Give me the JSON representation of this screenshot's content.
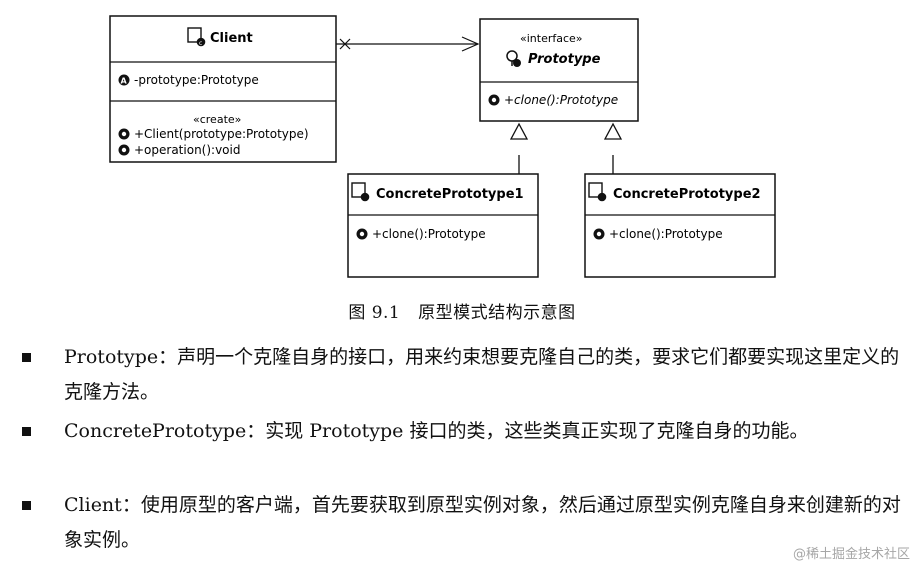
{
  "diagram": {
    "client": {
      "name": "Client",
      "attribute": "-prototype:Prototype",
      "stereotype": "«create»",
      "methods": [
        "+Client(prototype:Prototype)",
        "+operation():void"
      ]
    },
    "prototype": {
      "stereotype": "«interface»",
      "name": "Prototype",
      "method": "+clone():Prototype"
    },
    "concrete1": {
      "name": "ConcretePrototype1",
      "method": "+clone():Prototype"
    },
    "concrete2": {
      "name": "ConcretePrototype2",
      "method": "+clone():Prototype"
    }
  },
  "caption": {
    "number": "图 9.1",
    "title": "原型模式结构示意图"
  },
  "descriptions": [
    {
      "term": "Prototype",
      "text": "：声明一个克隆自身的接口，用来约束想要克隆自己的类，要求它们都要实现这里定义的克隆方法。"
    },
    {
      "term": "ConcretePrototype",
      "text": "：实现 Prototype 接口的类，这些类真正实现了克隆自身的功能。"
    },
    {
      "term": "Client",
      "text": "：使用原型的客户端，首先要获取到原型实例对象，然后通过原型实例克隆自身来创建新的对象实例。"
    }
  ],
  "watermark": "@稀土掘金技术社区",
  "icons": {
    "class_icon": "class-icon",
    "interface_icon": "interface-icon",
    "abstract_icon": "abstract-attribute-icon",
    "public_icon": "public-operation-icon"
  }
}
